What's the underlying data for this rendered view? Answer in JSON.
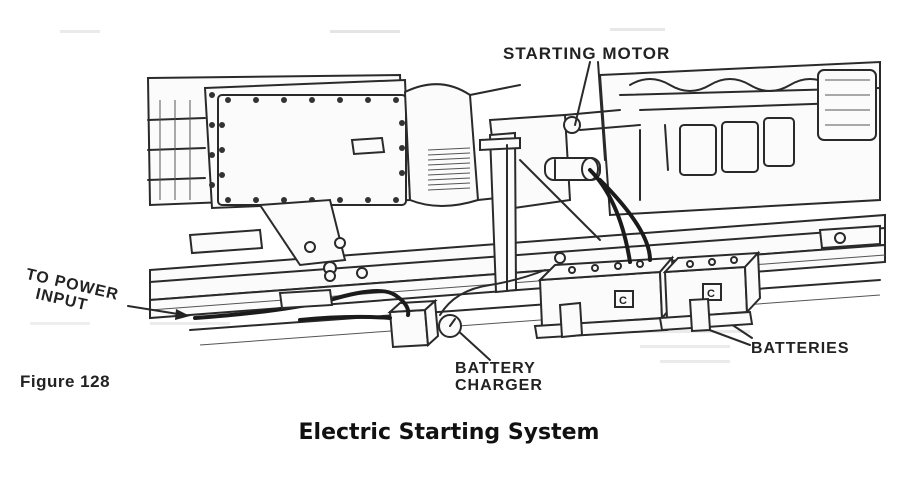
{
  "figure": {
    "labels": {
      "starting_motor": "STARTING MOTOR",
      "to_power_input_line1": "TO POWER",
      "to_power_input_line2": "INPUT",
      "batteries": "BATTERIES",
      "battery_charger_line1": "BATTERY",
      "battery_charger_line2": "CHARGER",
      "figure_number": "Figure 128"
    },
    "caption": "Electric Starting System"
  }
}
